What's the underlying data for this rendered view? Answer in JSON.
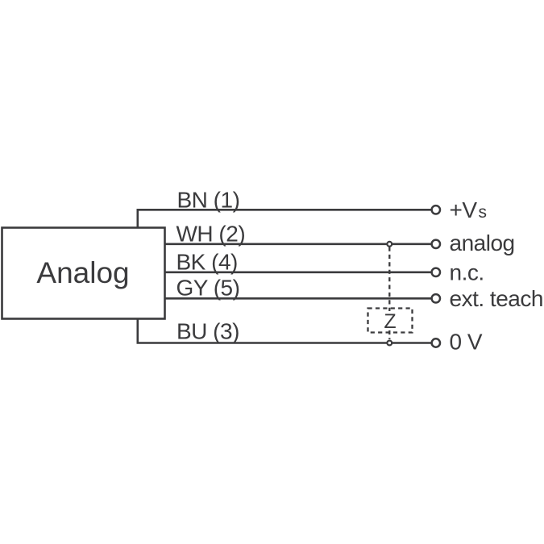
{
  "device": {
    "label": "Analog"
  },
  "wires": [
    {
      "wire_label": "BN (1)",
      "terminal_label": "+V",
      "terminal_label_sub": "s"
    },
    {
      "wire_label": "WH (2)",
      "terminal_label": "analog"
    },
    {
      "wire_label": "BK (4)",
      "terminal_label": "n.c."
    },
    {
      "wire_label": "GY (5)",
      "terminal_label": "ext. teach"
    },
    {
      "wire_label": "BU (3)",
      "terminal_label": "0 V"
    }
  ],
  "impedance": {
    "label": "Z"
  },
  "colors": {
    "line": "#3b3b3d",
    "background": "#ffffff"
  }
}
